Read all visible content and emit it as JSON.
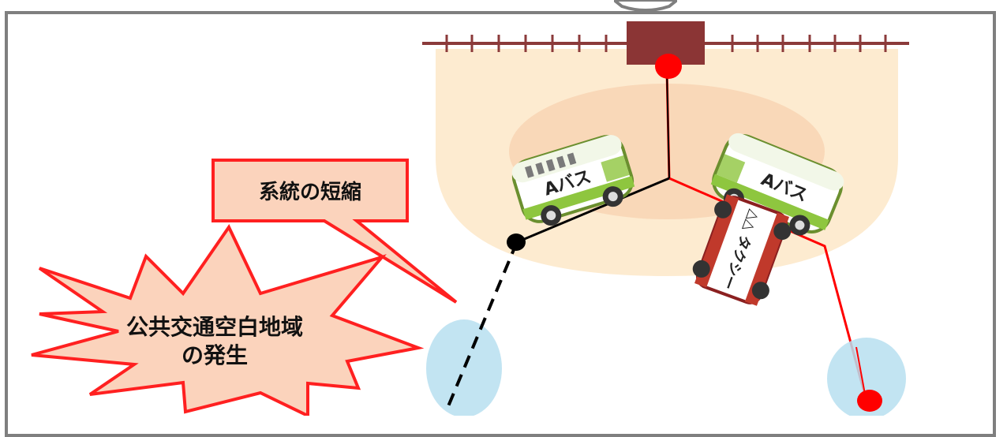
{
  "callouts": {
    "route_shortening": "系統の短縮",
    "blank_area_line1": "公共交通空白地域",
    "blank_area_line2": "の発生"
  },
  "buses": {
    "upper_left_label": "Aバス",
    "upper_right_label": "Aバス",
    "lower_label": "△△ タクシー"
  },
  "colors": {
    "frame": "#7f7f7f",
    "rail": "#8b3a3a",
    "station": "#8b3535",
    "outer_zone": "#fdebd0",
    "inner_zone": "#f9d8b8",
    "callout_fill": "#fbd3bc",
    "callout_border": "#ff2020",
    "route_red": "#ff0000",
    "route_black": "#000000",
    "stop_bubble": "#b7dff0",
    "bus_green": "#8ec63f"
  },
  "icons": [
    "railway-icon",
    "station-icon",
    "bus-icon",
    "taxi-icon",
    "stop-marker-icon"
  ]
}
